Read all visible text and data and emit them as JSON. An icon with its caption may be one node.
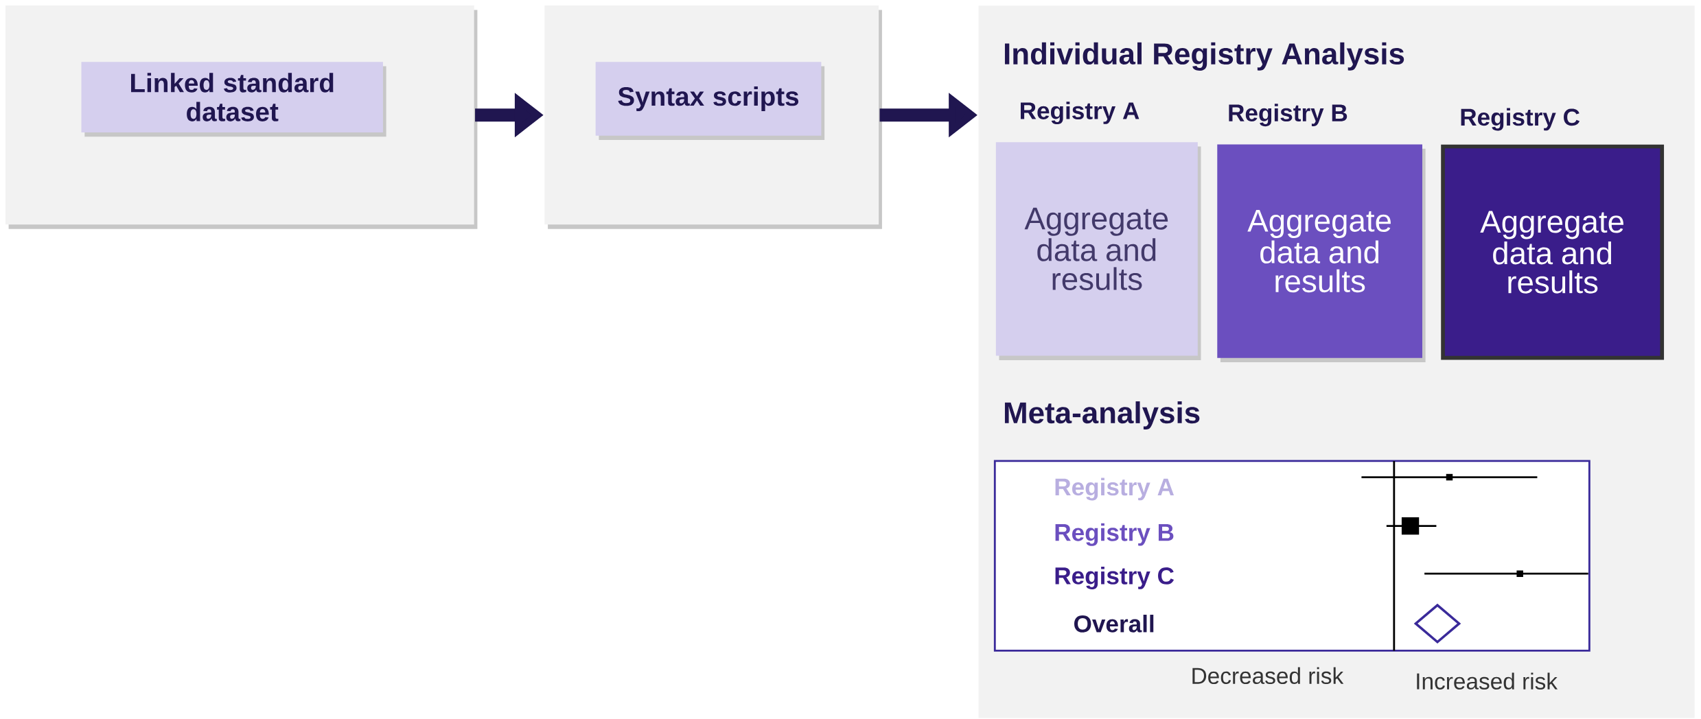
{
  "diagram": {
    "nodes": [
      {
        "text": [],
        "shape": "box"
      },
      {
        "text": [
          "Linked standard dataset"
        ],
        "in": 0
      },
      {
        "text": [],
        "shape": "box"
      },
      {
        "text": [
          "Syntax scripts"
        ],
        "in": 2
      },
      {
        "text": [
          "Individual Registry Analysis",
          "Meta-analysis"
        ]
      },
      {
        "text": [
          "Aggregate data and results"
        ],
        "beside": [
          "Registry A"
        ],
        "in": 4
      },
      {
        "text": [
          "Aggregate data and results"
        ],
        "beside": [
          "Registry B"
        ],
        "in": 4
      },
      {
        "text": [
          "Aggregate data and results"
        ],
        "beside": [
          "Registry C"
        ],
        "in": 4
      },
      {
        "text": [
          "Registry A",
          "Registry B",
          "Registry C",
          "Overall"
        ],
        "beside": [
          "Decreased risk",
          "Increased risk"
        ],
        "in": 4
      }
    ],
    "edges": [
      {
        "from": 0,
        "to": 2,
        "arrow": "to"
      },
      {
        "from": 2,
        "to": 4,
        "arrow": "to"
      }
    ]
  }
}
